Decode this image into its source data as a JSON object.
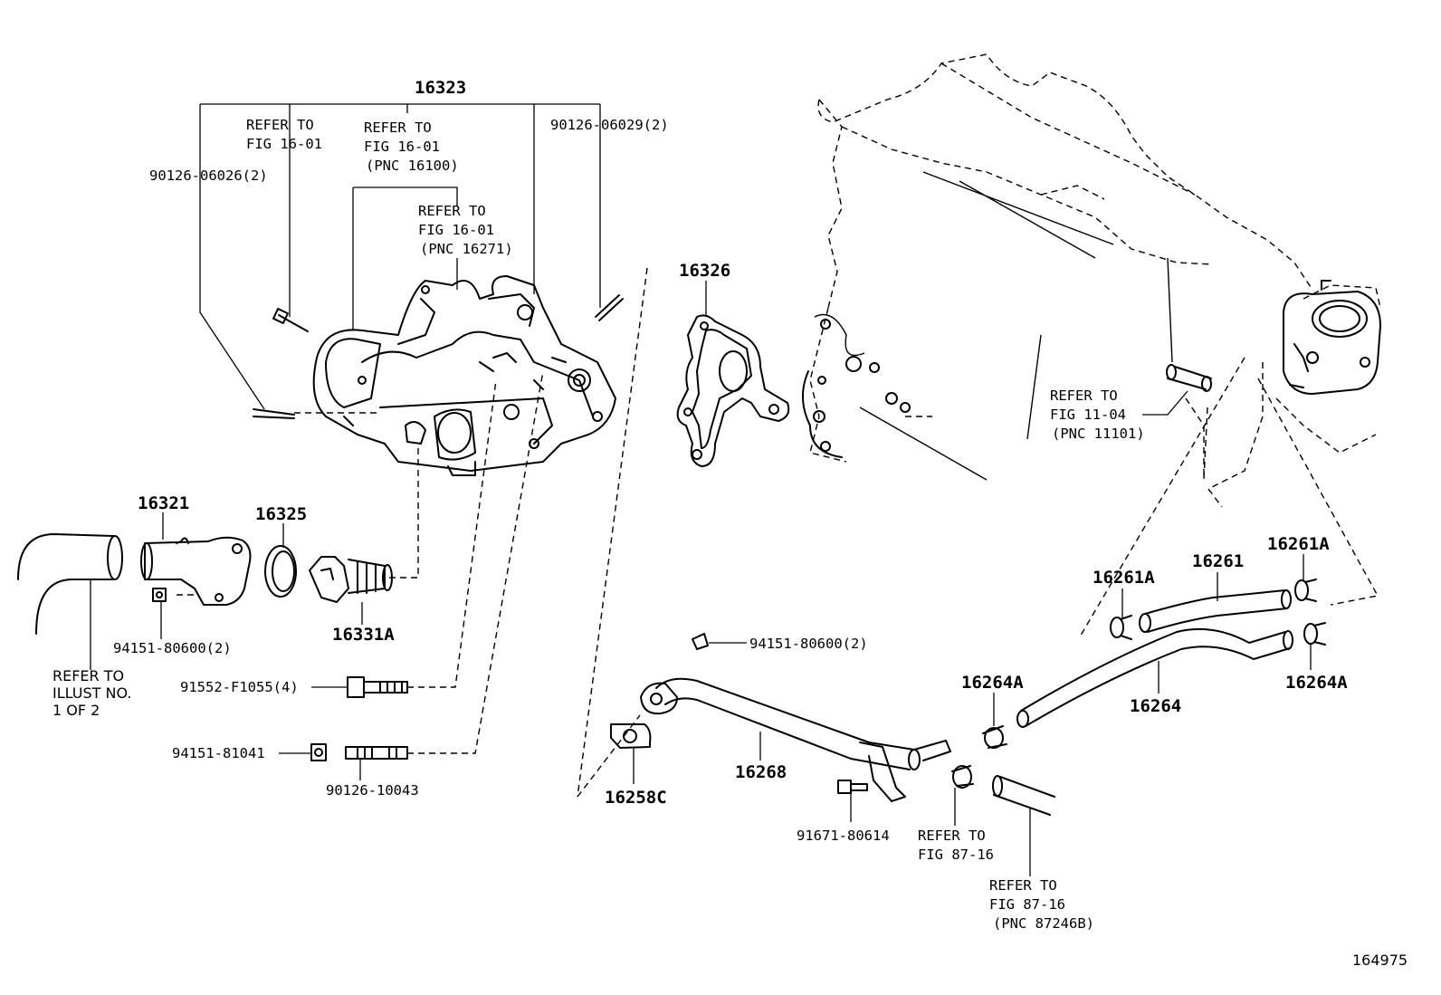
{
  "diagram": {
    "id": "164975",
    "parts": {
      "p16323": "16323",
      "p16321": "16321",
      "p16325": "16325",
      "p16331A": "16331A",
      "p16326": "16326",
      "p16258C": "16258C",
      "p16268": "16268",
      "p16261": "16261",
      "p16261A_left": "16261A",
      "p16261A_right": "16261A",
      "p16264": "16264",
      "p16264A_left": "16264A",
      "p16264A_right": "16264A",
      "p90126_06026": "90126-06026(2)",
      "p90126_06029": "90126-06029(2)",
      "p94151_80600_a": "94151-80600(2)",
      "p94151_80600_b": "94151-80600(2)",
      "p91552_F1055": "91552-F1055(4)",
      "p94151_81041": "94151-81041",
      "p90126_10043": "90126-10043",
      "p91671_80614": "91671-80614"
    },
    "refs": {
      "r1": [
        "REFER TO",
        "FIG 16-01"
      ],
      "r2": [
        "REFER TO",
        "FIG 16-01",
        "(PNC 16100)"
      ],
      "r3": [
        "REFER TO",
        "FIG 16-01",
        "(PNC 16271)"
      ],
      "r4": [
        "REFER TO",
        "ILLUST NO.",
        "1 OF 2"
      ],
      "r5": [
        "REFER TO",
        "FIG 11-04",
        "(PNC 11101)"
      ],
      "r6": [
        "REFER TO",
        "FIG 87-16"
      ],
      "r7": [
        "REFER TO",
        "FIG 87-16",
        "(PNC 87246B)"
      ]
    }
  }
}
